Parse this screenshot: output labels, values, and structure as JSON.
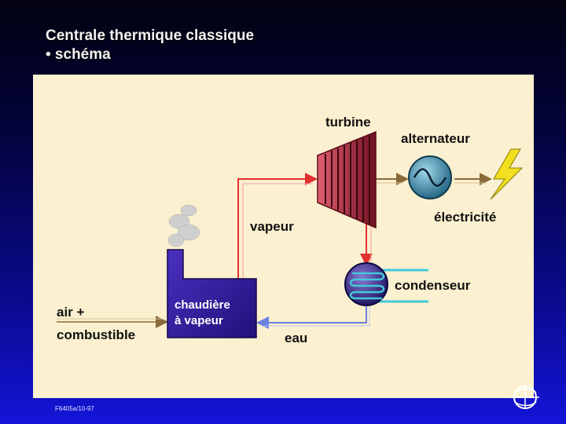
{
  "slide": {
    "title": "Centrale thermique classique",
    "subtitle": "• schéma",
    "footer_code": "F6405a/10-97"
  },
  "labels": {
    "turbine": "turbine",
    "alternator": "alternateur",
    "electricity": "électricité",
    "steam": "vapeur",
    "condenser": "condenseur",
    "boiler_line1": "chaudière",
    "boiler_line2": "à vapeur",
    "input_line1": "air +",
    "input_line2": "combustible",
    "water": "eau"
  },
  "icons": {
    "boiler": "factory-boiler-icon",
    "turbine": "turbine-icon",
    "alternator": "sine-wave-alternator-icon",
    "lightning": "lightning-bolt-icon",
    "condenser": "coil-condenser-icon",
    "logo": "globe-logo-icon"
  },
  "colors": {
    "panel": "#fbf0cf",
    "boiler": "#3a1fa3",
    "steam_pipe": "#e03030",
    "water_pipe": "#6a82e0",
    "turbine": "#c03040",
    "condenser_coil": "#44c8d8",
    "lightning": "#f2e020"
  }
}
